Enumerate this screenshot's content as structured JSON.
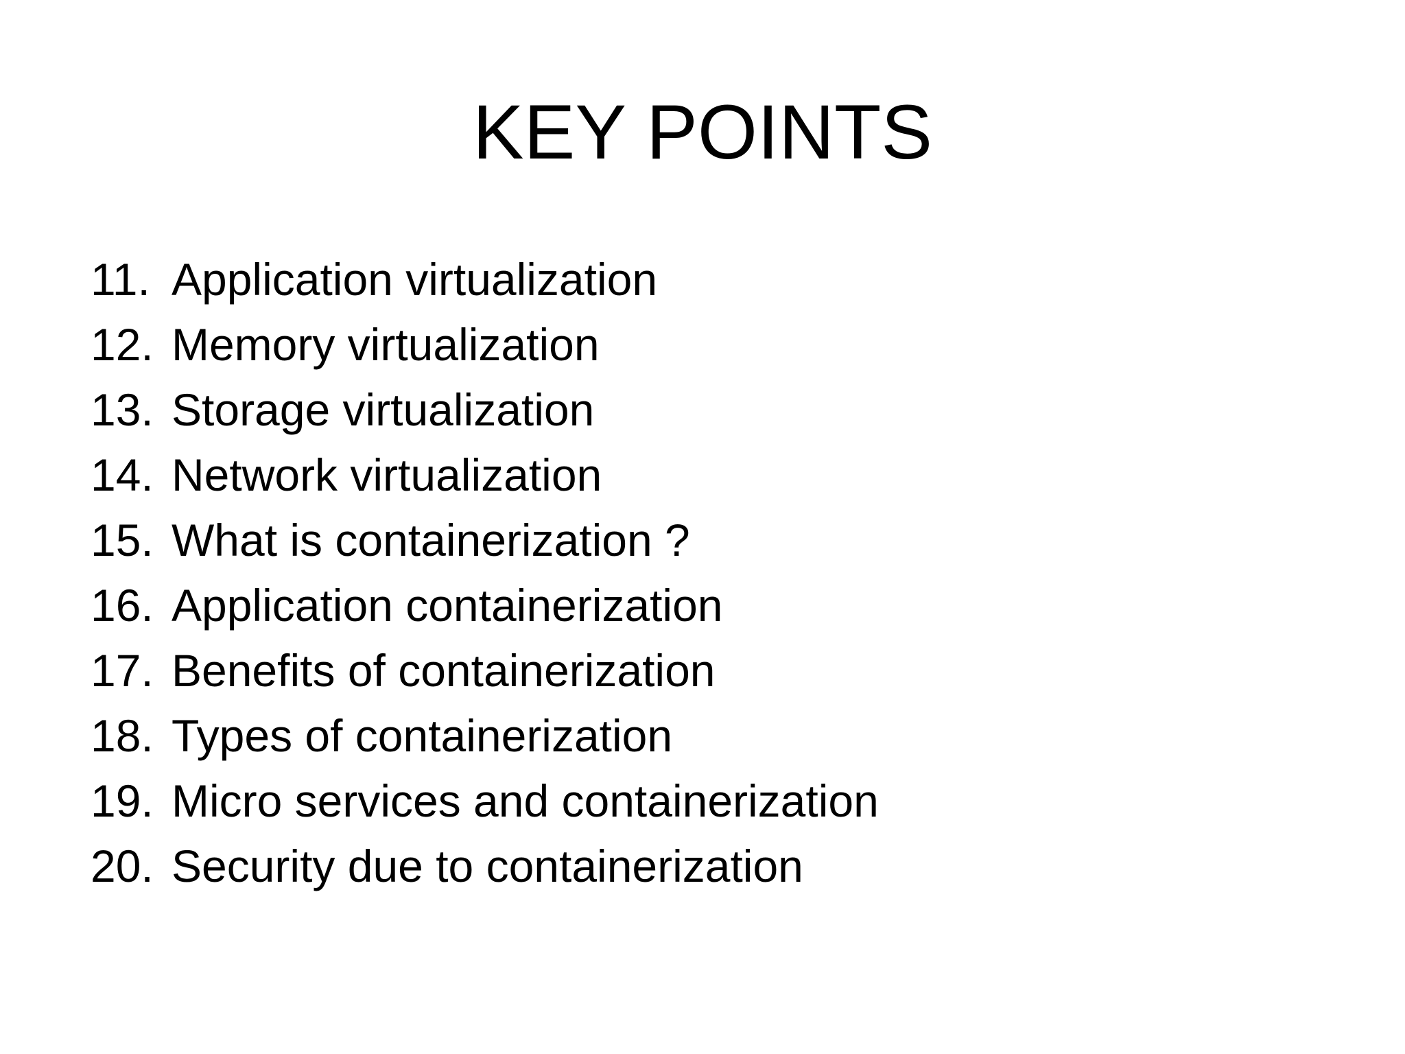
{
  "slide": {
    "title": "KEY POINTS",
    "items": [
      {
        "number": "11.",
        "text": "Application virtualization"
      },
      {
        "number": "12.",
        "text": "Memory virtualization"
      },
      {
        "number": "13.",
        "text": "Storage virtualization"
      },
      {
        "number": "14.",
        "text": "Network virtualization"
      },
      {
        "number": "15.",
        "text": "What is containerization ?"
      },
      {
        "number": "16.",
        "text": "Application containerization"
      },
      {
        "number": "17.",
        "text": "Benefits of containerization"
      },
      {
        "number": "18.",
        "text": "Types of containerization"
      },
      {
        "number": "19.",
        "text": "Micro services and containerization"
      },
      {
        "number": "20.",
        "text": "Security due to containerization"
      }
    ]
  },
  "colors": {
    "background": "#ffffff",
    "text": "#000000"
  }
}
